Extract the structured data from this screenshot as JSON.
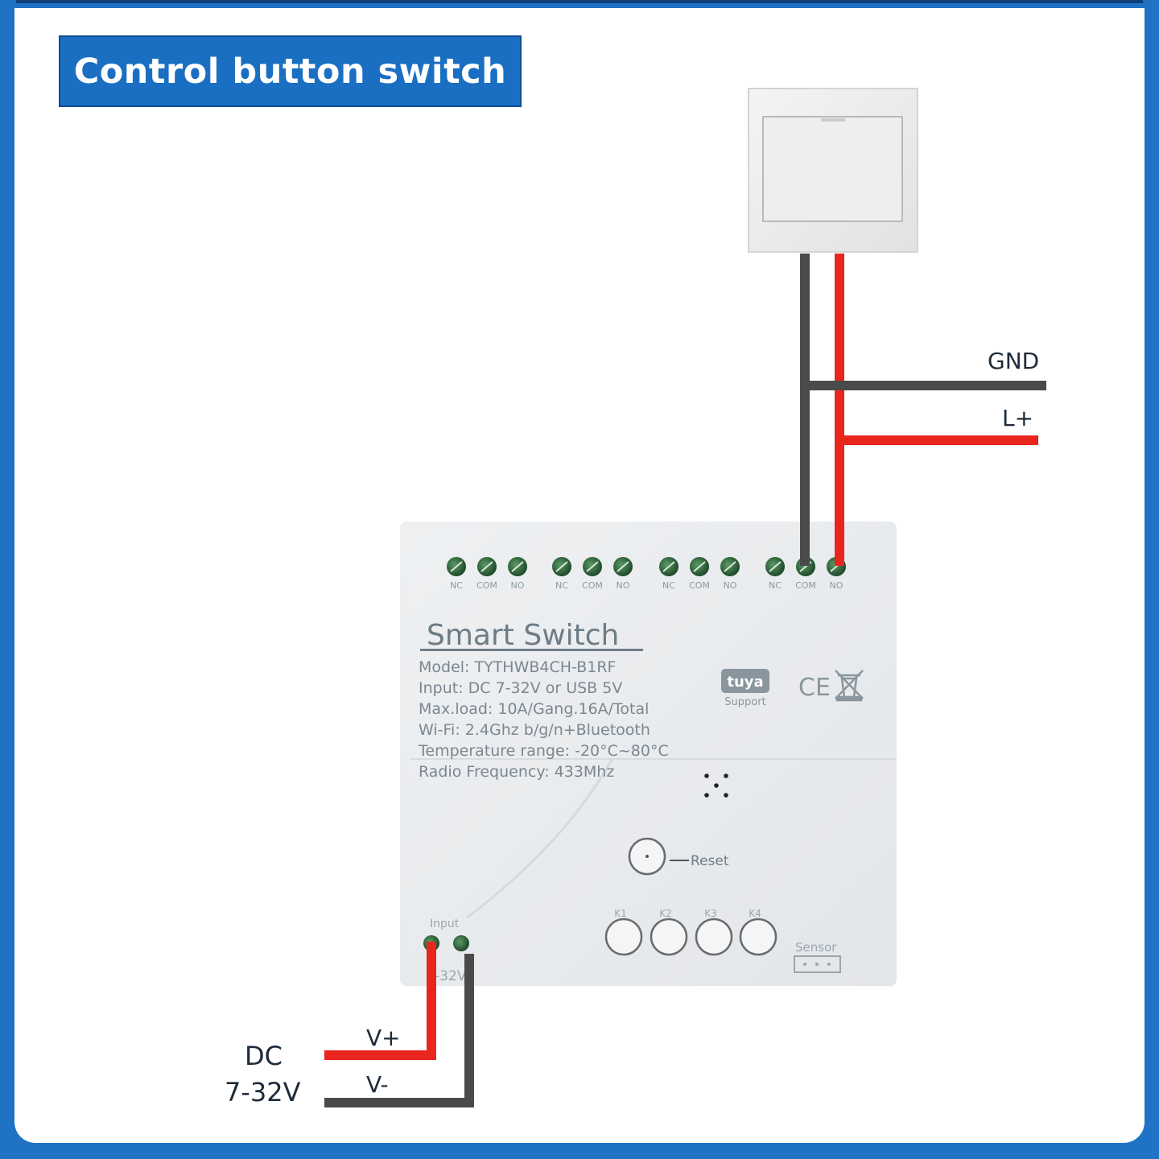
{
  "title": "Control button switch",
  "device": {
    "name": "Smart Switch",
    "specs": [
      "Model:  TYTHWB4CH-B1RF",
      "Input:  DC 7-32V or USB 5V",
      "Max.load:  10A/Gang.16A/Total",
      "Wi-Fi:  2.4Ghz b/g/n+Bluetooth",
      "Temperature range: -20°C~80°C",
      "Radio Frequency:  433Mhz"
    ],
    "terminal_labels": [
      "NC",
      "COM",
      "NO"
    ],
    "tuya_logo": "tuya",
    "tuya_support": "Support",
    "ce_mark": "CE",
    "reset_label": "Reset",
    "buttons": [
      "K1",
      "K2",
      "K3",
      "K4"
    ],
    "sensor_label": "Sensor",
    "input_label": "Input",
    "input_partial": "-32V"
  },
  "labels": {
    "gnd": "GND",
    "lplus": "L+",
    "vplus": "V+",
    "vminus": "V-",
    "dc": "DC",
    "dc_range": "7-32V"
  },
  "colors": {
    "accent": "#1a6fc2",
    "wire_red": "#e8261e",
    "wire_black": "#4a4a4a",
    "terminal_green": "#2f6b3f"
  }
}
